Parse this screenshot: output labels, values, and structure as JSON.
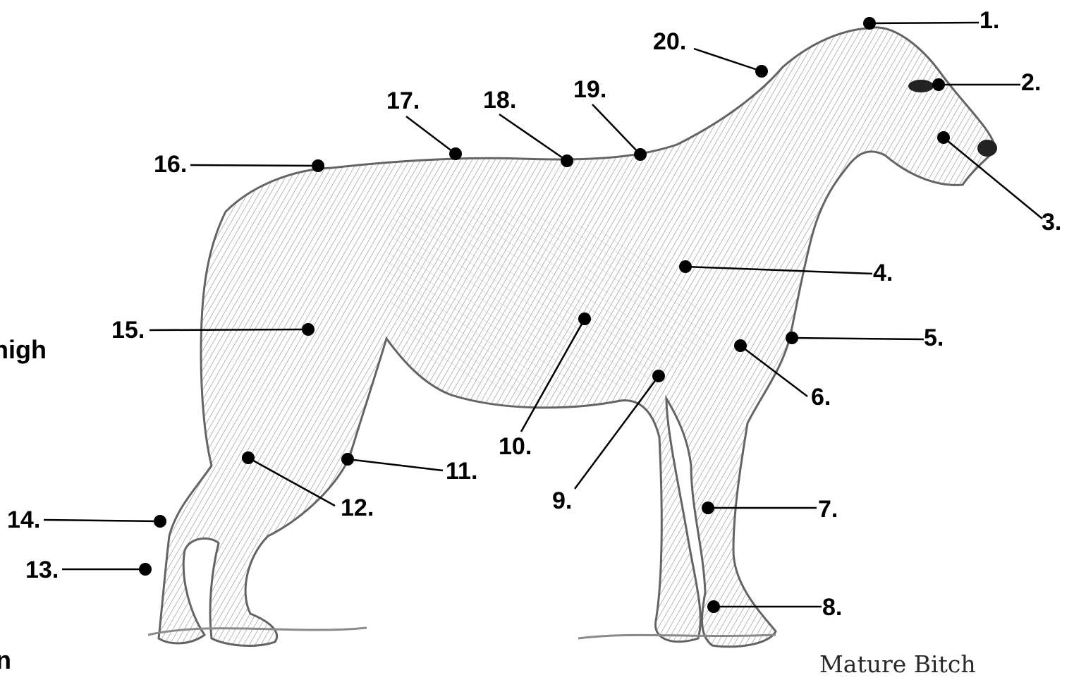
{
  "labels": [
    "1.",
    "2.",
    "3.",
    "4.",
    "5.",
    "6.",
    "7.",
    "8.",
    "9.",
    "10.",
    "11.",
    "12.",
    "13.",
    "14.",
    "15.",
    "16.",
    "17.",
    "18.",
    "19.",
    "20."
  ],
  "cut_text_left": [
    "nigh",
    "n"
  ],
  "caption": "Mature Bitch",
  "colors": {
    "ink": "#000000",
    "sketch": "#4a4a4a",
    "caption": "#2a2a2a",
    "background": "#ffffff"
  }
}
